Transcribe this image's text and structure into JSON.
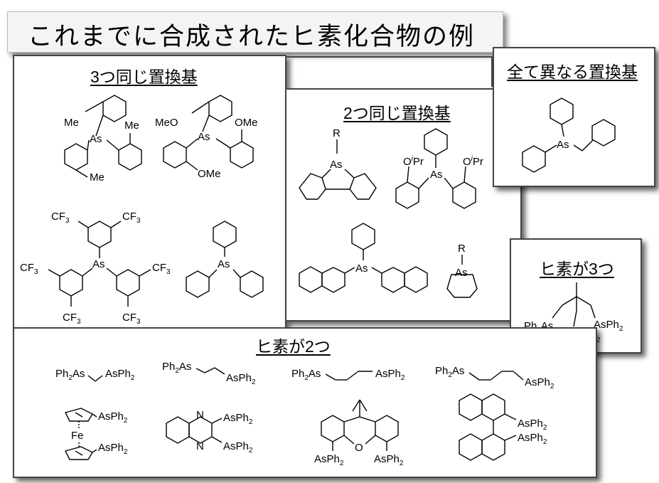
{
  "title": "これまでに合成されたヒ素化合物の例",
  "sections": {
    "three_same": {
      "heading": "3つ同じ置換基"
    },
    "two_same": {
      "heading": "2つ同じ置換基"
    },
    "all_different": {
      "heading": "全て異なる置換基"
    },
    "three_arsenic": {
      "heading": "ヒ素が3つ"
    },
    "two_arsenic": {
      "heading": "ヒ素が2つ"
    }
  },
  "labels": {
    "me": "Me",
    "ome": "OMe",
    "meo": "MeO",
    "as": "As",
    "r": "R",
    "cf": "CF",
    "three": "3",
    "o": "O",
    "i": "i",
    "pr": "Pr",
    "ph": "Ph",
    "two": "2",
    "asph": "AsPh",
    "fe": "Fe"
  }
}
